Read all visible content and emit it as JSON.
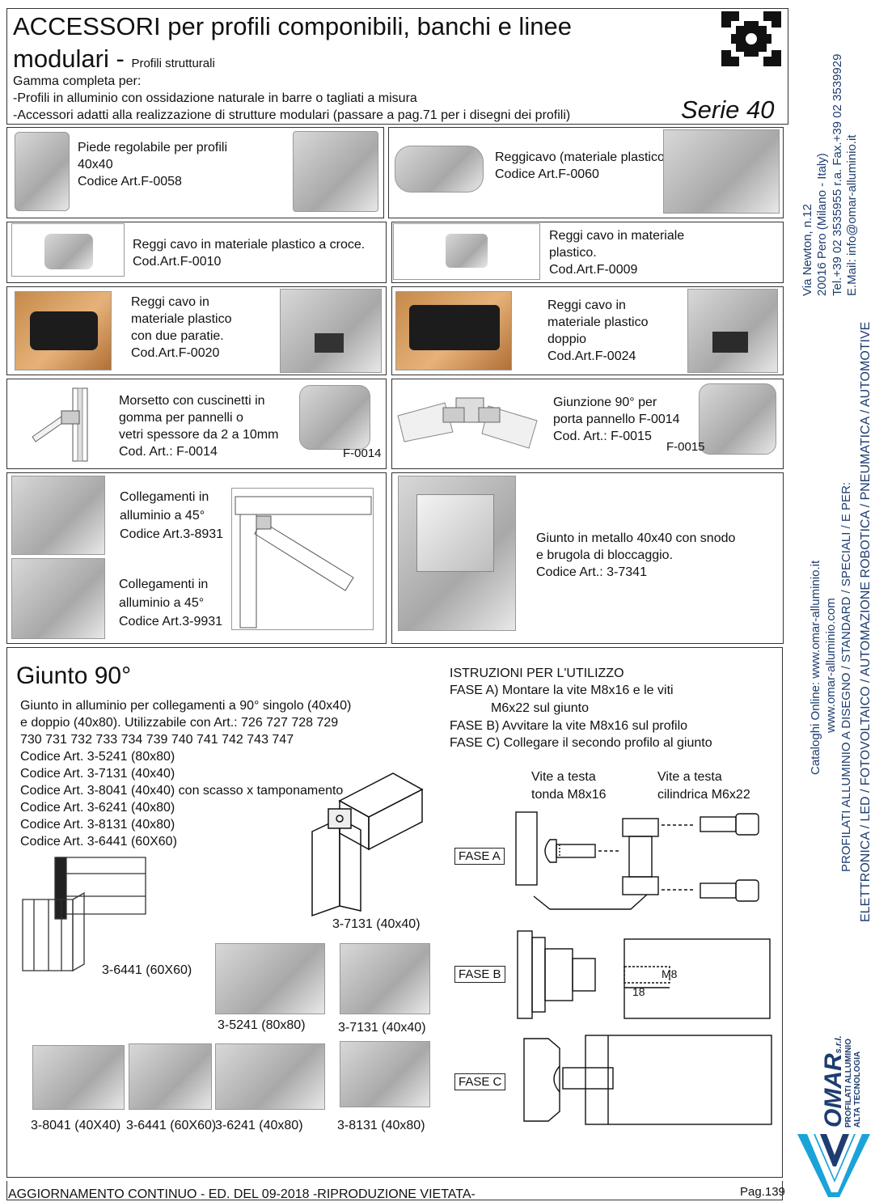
{
  "header": {
    "title_line1": "ACCESSORI per profili componibili, banchi e linee",
    "title_line2": "modulari - ",
    "title_small": "Profili strutturali",
    "range_title": "Gamma completa per:",
    "range_line1": "-Profili in alluminio con ossidazione naturale in barre o tagliati a misura",
    "range_line2": "-Accessori adatti alla realizzazione di strutture modulari (passare a pag.71 per i disegni dei profili)",
    "series": "Serie 40"
  },
  "products": {
    "p1": [
      "Piede regolabile per profili",
      "40x40",
      "Codice Art.F-0058"
    ],
    "p2": [
      "Reggicavo (materiale plastico)",
      "Codice Art.F-0060"
    ],
    "p3": [
      "Reggi cavo in materiale plastico a croce.",
      "Cod.Art.F-0010"
    ],
    "p4": [
      "Reggi cavo in materiale",
      "plastico.",
      "Cod.Art.F-0009"
    ],
    "p5": [
      "Reggi cavo in",
      "materiale plastico",
      "con due paratie.",
      "Cod.Art.F-0020"
    ],
    "p6": [
      "Reggi cavo in",
      "materiale plastico",
      "doppio",
      "Cod.Art.F-0024"
    ],
    "p7": [
      "Morsetto con cuscinetti in",
      "gomma per pannelli o",
      "vetri spessore da 2 a 10mm",
      "Cod. Art.: F-0014"
    ],
    "p7_label": "F-0014",
    "p8": [
      "Giunzione 90° per",
      "porta pannello F-0014",
      "Cod. Art.: F-0015"
    ],
    "p8_label": "F-0015",
    "p9": [
      "Collegamenti in",
      "alluminio a 45°",
      "Codice Art.3-8931"
    ],
    "p10": [
      "Collegamenti in",
      "alluminio a 45°",
      "Codice Art.3-9931"
    ],
    "p11": [
      "Giunto in metallo 40x40 con snodo",
      "e brugola di bloccaggio.",
      "Codice Art.: 3-7341"
    ]
  },
  "giunto": {
    "title": "Giunto 90°",
    "desc": [
      "Giunto in alluminio per collegamenti a 90° singolo (40x40)",
      "e doppio (40x80). Utilizzabile con Art.: 726 727 728 729",
      "730 731 732 733 734 739 740 741 742 743 747",
      "Codice Art. 3-5241 (80x80)",
      "Codice Art. 3-7131 (40x40)",
      "Codice Art. 3-8041 (40x40) con scasso x tamponamento",
      "Codice Art. 3-6241 (40x80)",
      "Codice Art. 3-8131 (40x80)",
      "Codice Art. 3-6441 (60X60)"
    ],
    "instr": [
      "ISTRUZIONI PER L'UTILIZZO",
      "FASE A) Montare la vite M8x16 e le viti",
      "M6x22 sul giunto",
      "FASE B) Avvitare la vite M8x16 sul profilo",
      "FASE C) Collegare il secondo profilo al giunto"
    ],
    "screw1": [
      "Vite a testa",
      "tonda M8x16"
    ],
    "screw2": [
      "Vite a testa",
      "cilindrica M6x22"
    ],
    "fase_a": "FASE A",
    "fase_b": "FASE B",
    "fase_c": "FASE C",
    "m8": "M8",
    "dim18": "18",
    "labels": {
      "l7131a": "3-7131 (40x40)",
      "l6441a": "3-6441 (60X60)",
      "l5241": "3-5241 (80x80)",
      "l7131b": "3-7131 (40x40)",
      "l8041": "3-8041 (40X40)",
      "l6441b": "3-6441 (60X60)",
      "l6241": "3-6241 (40x80)",
      "l8131": "3-8131 (40x80)"
    }
  },
  "footer": {
    "left": "AGGIORNAMENTO CONTINUO - ED. DEL 09-2018 -RIPRODUZIONE VIETATA-",
    "page": "Pag.139"
  },
  "sidebar": {
    "address": [
      "Via Newton, n.12",
      "20016 Pero (Milano - Italy)",
      "Tel.+39 02 3535955 r.a. Fax.+39 02 3539929",
      "E.Mail: info@omar-alluminio.it"
    ],
    "catalog": [
      "Cataloghi Online: www.omar-alluminio.it",
      "www.omar-alluminio.com"
    ],
    "tagline1": "PROFILATI ALLUMINIO A DISEGNO / STANDARD / SPECIALI / E PER:",
    "tagline2": "ELETTRONICA / LED / FOTOVOLTAICO / AUTOMAZIONE ROBOTICA / PNEUMATICA / AUTOMOTIVE",
    "brand": "OMAR",
    "brand_suffix": "s.r.l.",
    "brand_line1": "PROFILATI ALLUMINIO",
    "brand_line2": "ALTA TECNOLOGIA"
  },
  "colors": {
    "brand_blue": "#1e3d70",
    "logo_cyan": "#1aa3d9"
  }
}
